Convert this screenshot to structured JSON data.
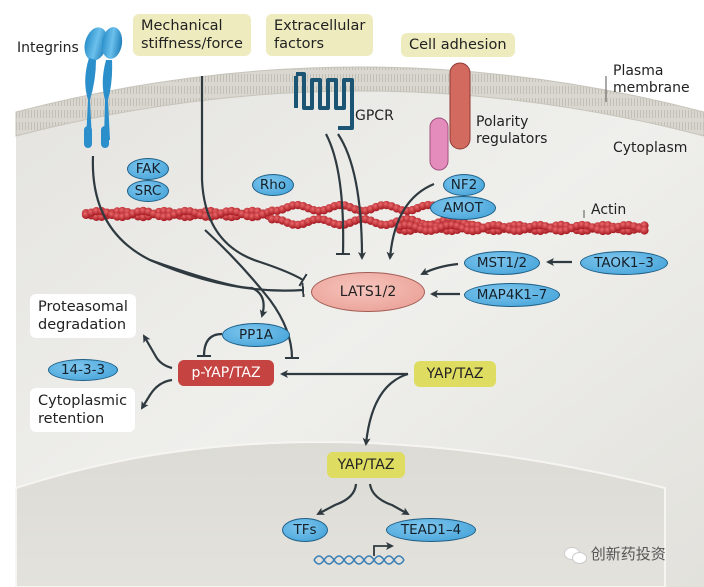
{
  "labels": {
    "integrins": "Integrins",
    "mechanical": [
      "Mechanical",
      "stiffness/force"
    ],
    "extracellular": [
      "Extracellular",
      "factors"
    ],
    "cell_adhesion": "Cell adhesion",
    "plasma_membrane": [
      "Plasma",
      "membrane"
    ],
    "gpcr": "GPCR",
    "polarity": [
      "Polarity",
      "regulators"
    ],
    "cytoplasm": "Cytoplasm",
    "actin": "Actin",
    "proteasomal": [
      "Proteasomal",
      "degradation"
    ],
    "cytoplasmic_retention": [
      "Cytoplasmic",
      "retention"
    ]
  },
  "nodes": {
    "fak": "FAK",
    "src": "SRC",
    "rho": "Rho",
    "nf2": "NF2",
    "amot": "AMOT",
    "lats": "LATS1/2",
    "mst": "MST1/2",
    "taok": "TAOK1–3",
    "map4k": "MAP4K1–7",
    "pp1a": "PP1A",
    "p1433": "14-3-3",
    "pyaptaz": "p-YAP/TAZ",
    "yaptaz_cyto": "YAP/TAZ",
    "yaptaz_nuc": "YAP/TAZ",
    "tfs": "TFs",
    "tead": "TEAD1–4"
  },
  "watermark": "创新药投资",
  "colors": {
    "protein_blue": "#4aa8dd",
    "lats_pink": "#f0b0a7",
    "pyap_red": "#c54441",
    "yap_yellow": "#dedd62",
    "signal_box": "#eeecbf",
    "actin_red": "#c0262d",
    "arrow": "#2e3a40"
  }
}
